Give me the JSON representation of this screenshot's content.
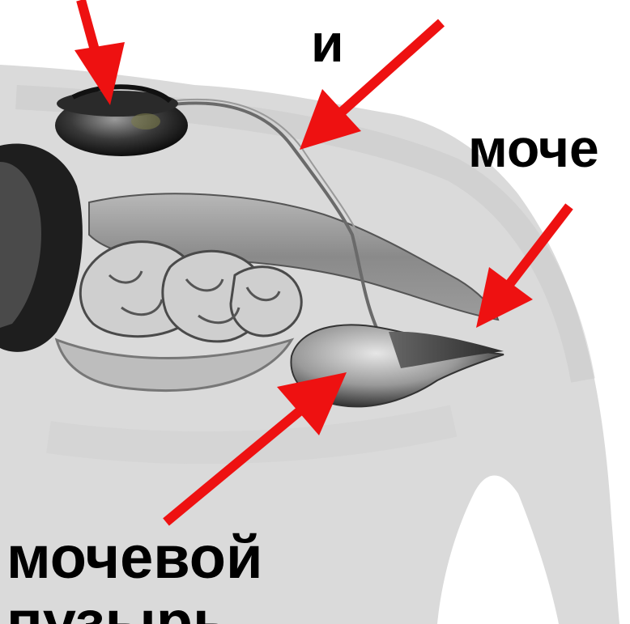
{
  "labels": {
    "top_center": "и",
    "right": "моче",
    "bottom_line1": "мочевой",
    "bottom_line2": "пузырь"
  },
  "colors": {
    "arrow": "#ee1111",
    "text": "#000000",
    "body": "#d9d9d9",
    "organ_dark": "#1e1e1e"
  }
}
